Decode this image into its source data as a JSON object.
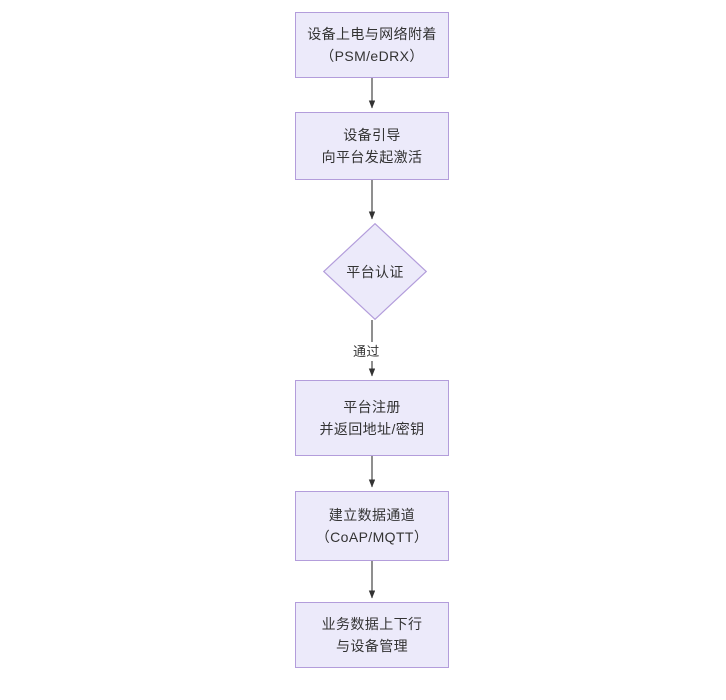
{
  "diagram": {
    "type": "flowchart",
    "orientation": "top-to-bottom",
    "background_color": "#ffffff",
    "node_fill_color": "#eceafa",
    "node_border_color": "#b39ddb",
    "text_color": "#333333",
    "edge_color": "#333333",
    "nodes": [
      {
        "id": "power-on",
        "shape": "rectangle",
        "lines": [
          "设备上电与网络附着",
          "（PSM/eDRX）"
        ]
      },
      {
        "id": "bootstrap",
        "shape": "rectangle",
        "lines": [
          "设备引导",
          "向平台发起激活"
        ]
      },
      {
        "id": "platform-auth",
        "shape": "diamond",
        "lines": [
          "平台认证"
        ]
      },
      {
        "id": "platform-register",
        "shape": "rectangle",
        "lines": [
          "平台注册",
          "并返回地址/密钥"
        ]
      },
      {
        "id": "data-channel",
        "shape": "rectangle",
        "lines": [
          "建立数据通道",
          "（CoAP/MQTT）"
        ]
      },
      {
        "id": "service-data",
        "shape": "rectangle",
        "lines": [
          "业务数据上下行",
          "与设备管理"
        ]
      }
    ],
    "edges": [
      {
        "from": "power-on",
        "to": "bootstrap",
        "label": ""
      },
      {
        "from": "bootstrap",
        "to": "platform-auth",
        "label": ""
      },
      {
        "from": "platform-auth",
        "to": "platform-register",
        "label": "通过"
      },
      {
        "from": "platform-register",
        "to": "data-channel",
        "label": ""
      },
      {
        "from": "data-channel",
        "to": "service-data",
        "label": ""
      }
    ]
  }
}
